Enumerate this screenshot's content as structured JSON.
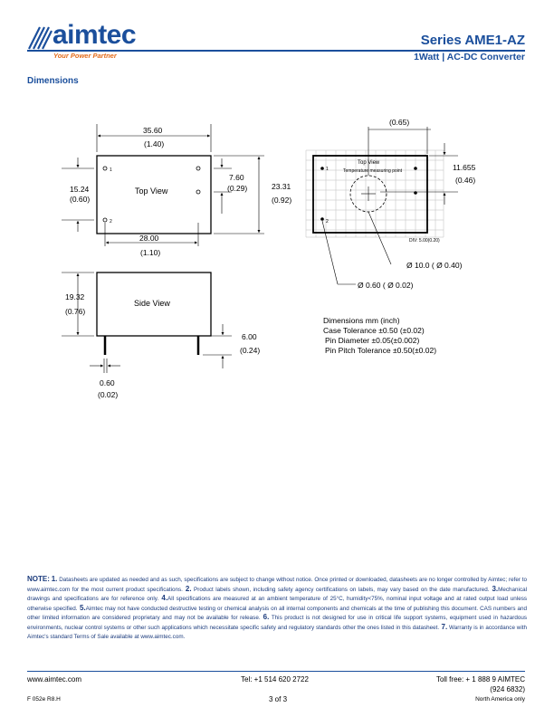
{
  "header": {
    "brand": "aimtec",
    "tagline": "Your Power Partner",
    "series": "Series AME1-AZ",
    "subtitle": "1Watt | AC-DC Converter"
  },
  "section_title": "Dimensions",
  "top_view": {
    "label": "Top View",
    "width_mm": "35.60",
    "width_in": "(1.40)",
    "left_h_mm": "15.24",
    "left_h_in": "(0.60)",
    "pin_pitch_mm": "7.60",
    "pin_pitch_in": "(0.29)",
    "height_mm": "23.31",
    "height_in": "(0.92)",
    "bottom_w_mm": "28.00",
    "bottom_w_in": "(1.10)",
    "pin1": "1",
    "pin2": "2"
  },
  "grid_view": {
    "top_mm": "(0.65)",
    "right_mm": "11.655",
    "right_in": "(0.46)",
    "label": "Top View",
    "temp_label": "Temperature measuring point",
    "div_label": "DIV: 5.00(0.20)",
    "circle_dia": "Ø 10.0 ( Ø 0.40)",
    "pin_dia": "Ø 0.60 ( Ø 0.02)",
    "pin1": "1",
    "pin2": "2"
  },
  "side_view": {
    "label": "Side View",
    "height_mm": "19.32",
    "height_in": "(0.76)",
    "pin_len_mm": "6.00",
    "pin_len_in": "(0.24)",
    "pin_w_mm": "0.60",
    "pin_w_in": "(0.02)"
  },
  "dimension_notes": [
    "Dimensions mm  (inch)",
    "Case Tolerance ±0.50 (±0.02)",
    "Pin Diameter ±0.05(±0.002)",
    "Pin Pitch Tolerance ±0.50(±0.02)"
  ],
  "notes": {
    "heading": "NOTE:",
    "n1": "1.",
    "t1": " Datasheets are updated as needed and as such, specifications are subject to change without notice.  Once printed or downloaded, datasheets are no longer controlled by Aimtec; refer to www.aimtec.com for the most current product specifications.",
    "n2": " 2.",
    "t2": " Product labels shown, including safety agency certifications on labels, may vary based on the date manufactured.",
    "n3": " 3.",
    "t3": "Mechanical drawings and specifications are for reference only.",
    "n4": " 4.",
    "t4": "All specifications are measured at an ambient temperature of 25°C, humidity<75%, nominal input voltage and at rated output load unless otherwise specified.",
    "n5": " 5.",
    "t5": "Aimtec may not have conducted destructive testing or chemical analysis on all internal components and chemicals at the time of publishing this document.  CAS numbers and other limited information are considered proprietary and may not be available for release.",
    "n6": " 6.",
    "t6": " This product is not designed for use in critical life support systems, equipment used in hazardous environments, nuclear control systems or other such applications which necessitate specific safety and regulatory standards other the ones listed in this datasheet.",
    "n7": " 7.",
    "t7": " Warranty is in accordance with Aimtec's standard Terms of Sale available at www.aimtec.com."
  },
  "footer": {
    "website": "www.aimtec.com",
    "tel": "Tel: +1 514 620 2722",
    "tollfree": "Toll free: + 1 888 9 AIMTEC",
    "tollfree2": "(924 6832)",
    "doc_code": "F 052e R8.H",
    "page": "3 of 3",
    "region": "North America only"
  },
  "colors": {
    "brand": "#1b4f9c",
    "tagline": "#e36c1b"
  }
}
